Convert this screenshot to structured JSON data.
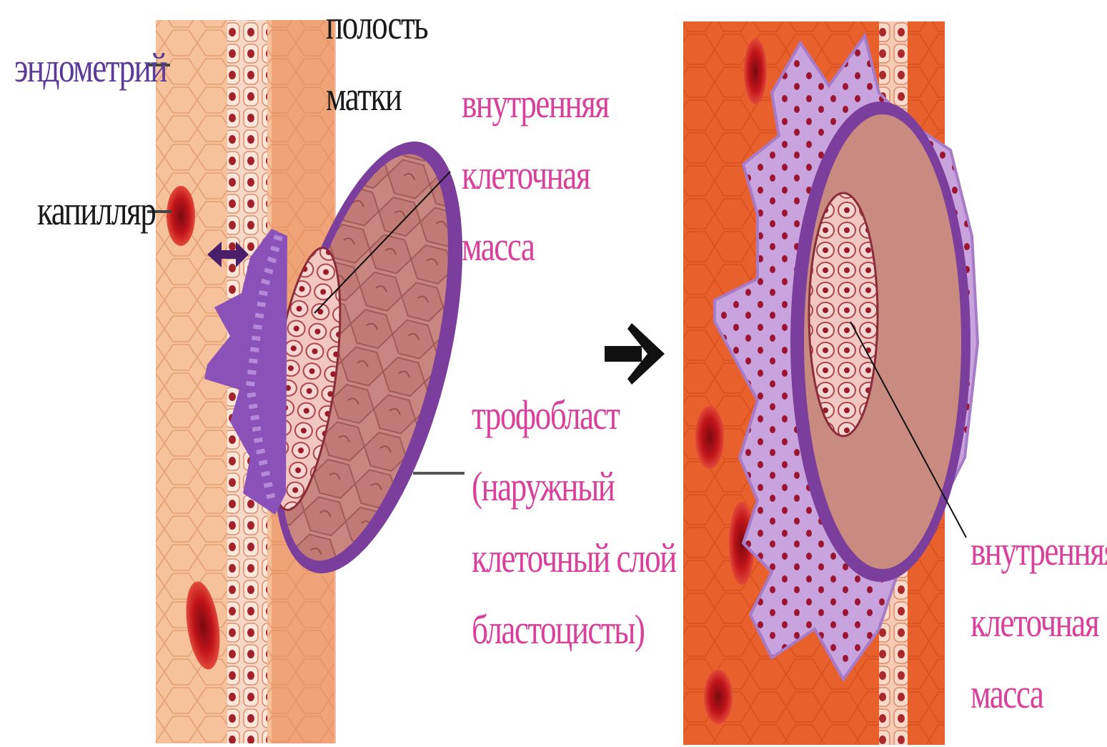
{
  "labels": {
    "endometrium": "эндометрий",
    "capillary": "капилляр",
    "uterine_cavity_line1": "полость",
    "uterine_cavity_line2": "матки",
    "inner_mass_left": [
      "внутренняя",
      "клеточная",
      "масса"
    ],
    "trophoblast": [
      "трофобласт",
      "(наружный",
      "клеточный слой",
      "бластоцисты)"
    ],
    "inner_mass_right": [
      "внутренняя",
      "клеточная",
      "масса"
    ]
  },
  "colors": {
    "endometrium_label": "#5b3a9a",
    "capillary_label": "#1a1a1a",
    "pink_labels": "#d9409b",
    "tissue_light": "#f3b88e",
    "tissue_dark": "#e8572a",
    "trophoblast": "#8e4bb0",
    "blood_cell": "#c0141a"
  },
  "icons": {
    "transition_arrow": "right-arrow-icon",
    "double_arrow": "double-arrow-icon"
  }
}
